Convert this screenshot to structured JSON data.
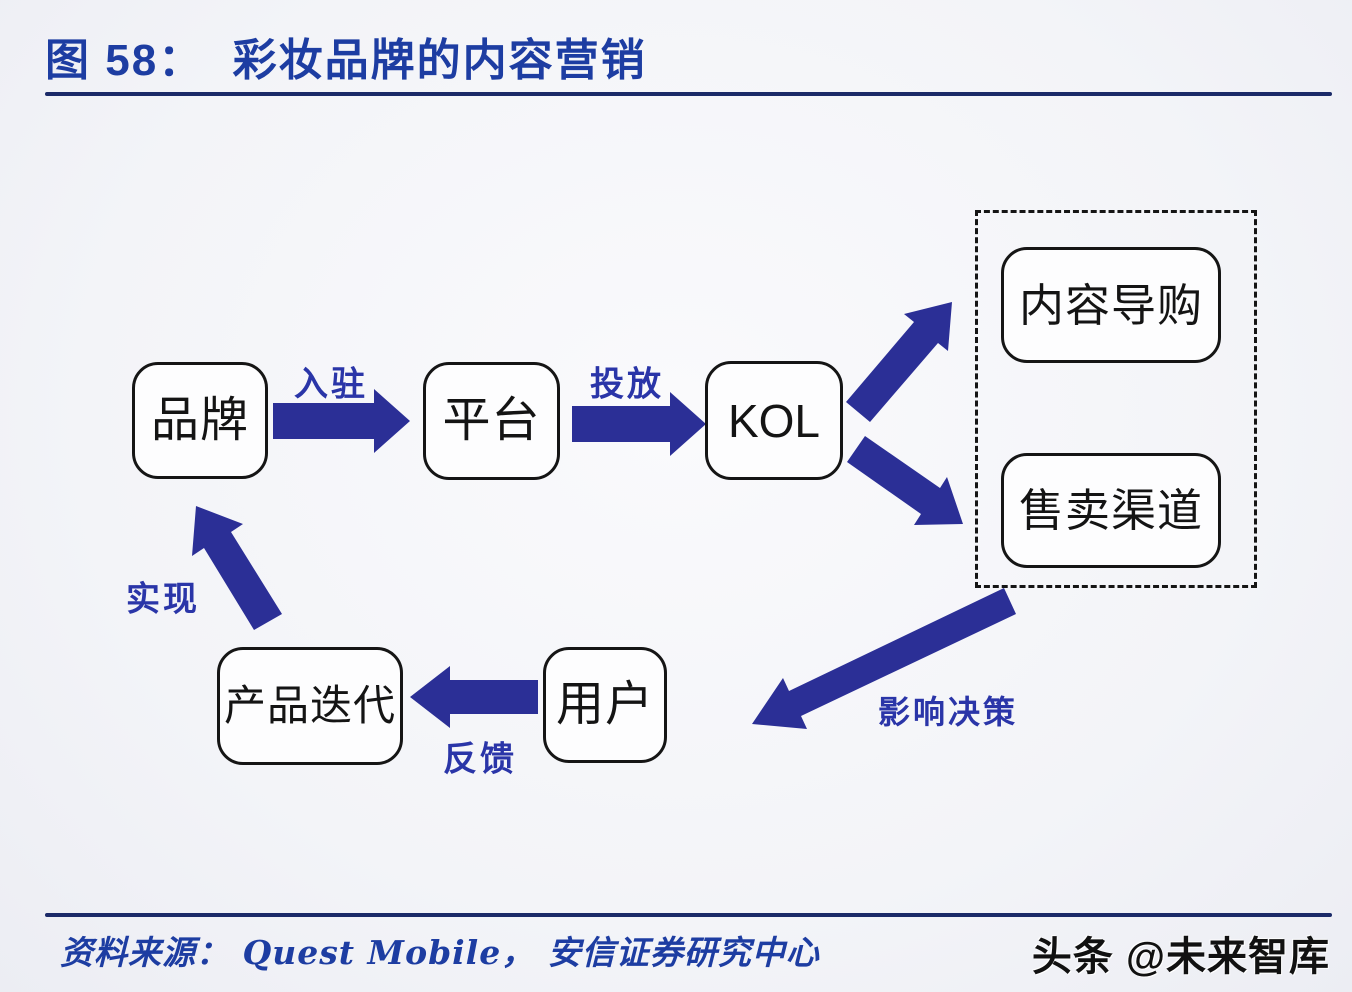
{
  "title": "图 58：  彩妆品牌的内容营销",
  "nodes": {
    "brand": {
      "label": "品牌"
    },
    "platform": {
      "label": "平台"
    },
    "kol": {
      "label": "KOL"
    },
    "content_guide": {
      "label": "内容导购"
    },
    "sales_channel": {
      "label": "售卖渠道"
    },
    "user": {
      "label": "用户"
    },
    "product_iteration": {
      "label": "产品迭代"
    }
  },
  "edges": {
    "enter": {
      "label": "入驻"
    },
    "deploy": {
      "label": "投放"
    },
    "influence": {
      "label": "影响决策"
    },
    "feedback": {
      "label": "反馈"
    },
    "realize": {
      "label": "实现"
    }
  },
  "footer": {
    "source": "资料来源： Quest Mobile， 安信证券研究中心",
    "watermark": "头条 @未来智库"
  },
  "colors": {
    "arrow_blue": "#2b2f96",
    "title_blue": "#1d3da2",
    "rule_navy": "#1b2a68",
    "label_blue": "#2a35a8",
    "box_border": "#151515",
    "box_fill": "#fdfdfe",
    "watermark_black": "#111111"
  }
}
